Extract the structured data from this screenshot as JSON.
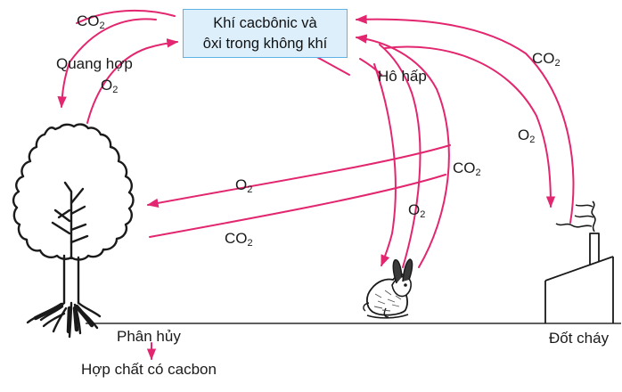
{
  "diagram": {
    "title": "Khí cacbônic và ôxi trong không khí",
    "atmosphere_box": {
      "line1": "Khí cacbônic và",
      "line2": "ôxi trong không khí",
      "fill_color": "#dceffb",
      "border_color": "#5eb3e4"
    },
    "arrow_color": "#e2266f",
    "ink_color": "#1a1a1a",
    "labels": {
      "co2_tree": "CO",
      "co2_tree_sub": "2",
      "photosynthesis": "Quang hợp",
      "o2_tree": "O",
      "o2_tree_sub": "2",
      "respiration": "Hô hấp",
      "co2_right": "CO",
      "co2_right_sub": "2",
      "o2_right": "O",
      "o2_right_sub": "2",
      "o2_mid_left": "O",
      "o2_mid_left_sub": "2",
      "co2_mid_left": "CO",
      "co2_mid_left_sub": "2",
      "o2_rabbit": "O",
      "o2_rabbit_sub": "2",
      "co2_rabbit": "CO",
      "co2_rabbit_sub": "2",
      "decomposition": "Phân hủy",
      "carbon_compounds": "Hợp chất có cacbon",
      "combustion": "Đốt cháy"
    },
    "figures": {
      "tree": "tree-figure",
      "rabbit": "rabbit-figure",
      "factory": "factory-figure",
      "ground": "ground-line"
    }
  }
}
